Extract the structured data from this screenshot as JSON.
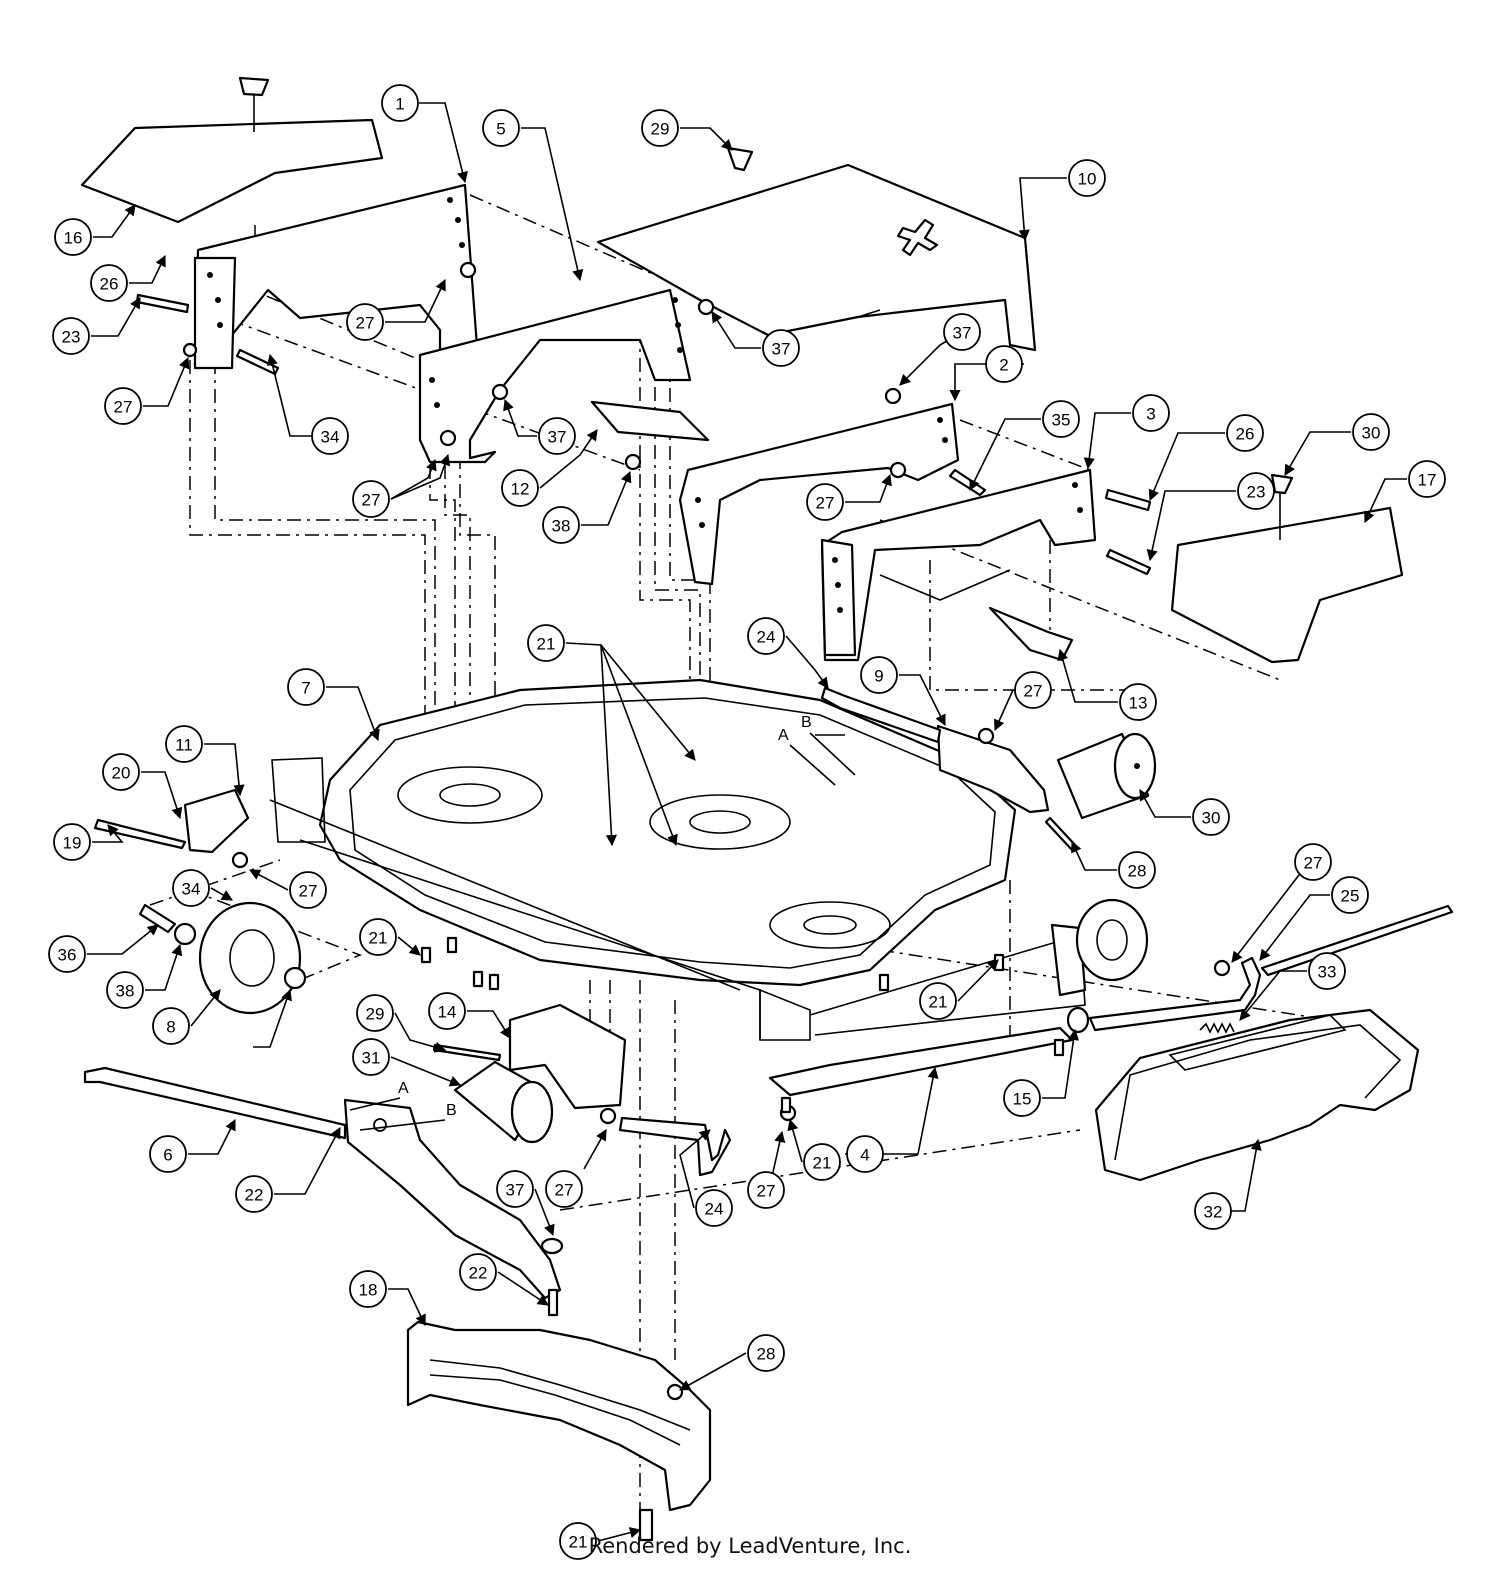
{
  "callouts": [
    "1",
    "2",
    "3",
    "4",
    "5",
    "6",
    "7",
    "8",
    "9",
    "10",
    "11",
    "12",
    "13",
    "14",
    "15",
    "16",
    "17",
    "18",
    "19",
    "20",
    "21",
    "21",
    "21",
    "21",
    "21",
    "22",
    "22",
    "23",
    "23",
    "24",
    "24",
    "25",
    "26",
    "26",
    "27",
    "27",
    "27",
    "27",
    "27",
    "27",
    "27",
    "27",
    "27",
    "28",
    "28",
    "29",
    "29",
    "30",
    "30",
    "31",
    "32",
    "33",
    "34",
    "34",
    "35",
    "36",
    "37",
    "37",
    "37",
    "37",
    "38",
    "38"
  ],
  "marks": {
    "a1": "A",
    "b1": "B",
    "a2": "A",
    "b2": "B"
  },
  "credit": "Rendered by LeadVenture, Inc."
}
